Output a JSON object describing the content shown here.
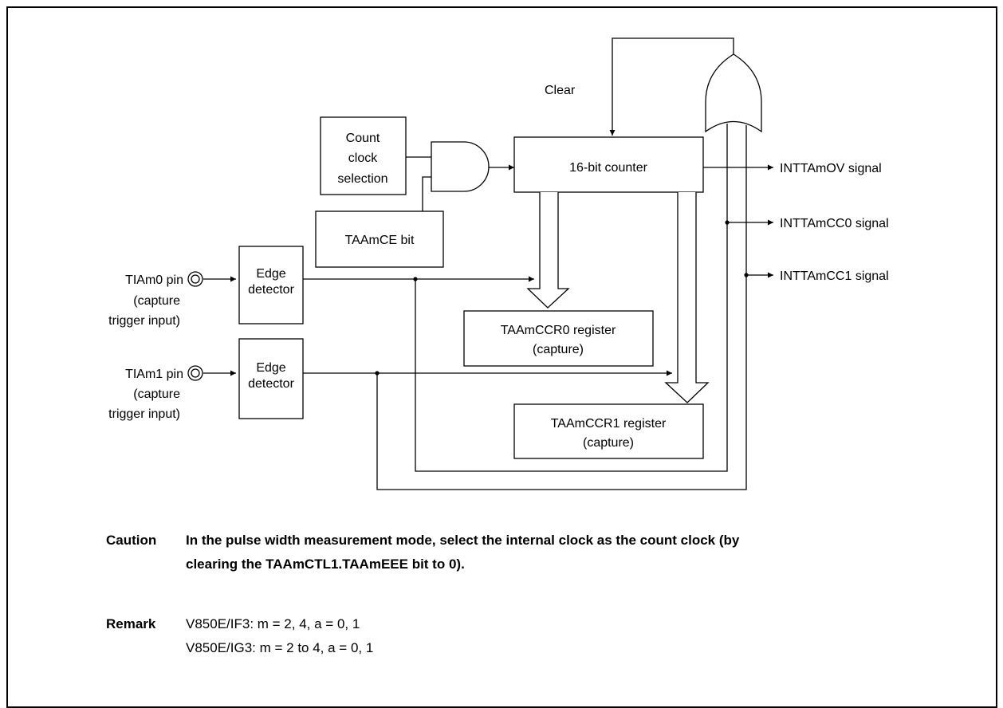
{
  "diagram": {
    "labels": {
      "clear": "Clear",
      "count_clock_selection": [
        "Count",
        "clock",
        "selection"
      ],
      "counter": "16-bit counter",
      "ce_bit": "TAAmCE bit",
      "edge_detector": [
        "Edge",
        "detector"
      ],
      "ccr0_register": [
        "TAAmCCR0 register",
        "(capture)"
      ],
      "ccr1_register": [
        "TAAmCCR1 register",
        "(capture)"
      ],
      "pin0": [
        "TIAm0 pin",
        "(capture",
        "trigger input)"
      ],
      "pin1": [
        "TIAm1 pin",
        "(capture",
        "trigger input)"
      ],
      "out_ov": "INTTAmOV signal",
      "out_cc0": "INTTAmCC0 signal",
      "out_cc1": "INTTAmCC1 signal"
    }
  },
  "caution": {
    "label": "Caution",
    "lines": [
      "In the pulse width measurement mode, select the internal clock as the count clock (by",
      "clearing the TAAmCTL1.TAAmEEE bit to 0)."
    ]
  },
  "remark": {
    "label": "Remark",
    "lines": [
      "V850E/IF3: m = 2, 4, a = 0, 1",
      "V850E/IG3: m = 2 to 4, a = 0, 1"
    ]
  }
}
